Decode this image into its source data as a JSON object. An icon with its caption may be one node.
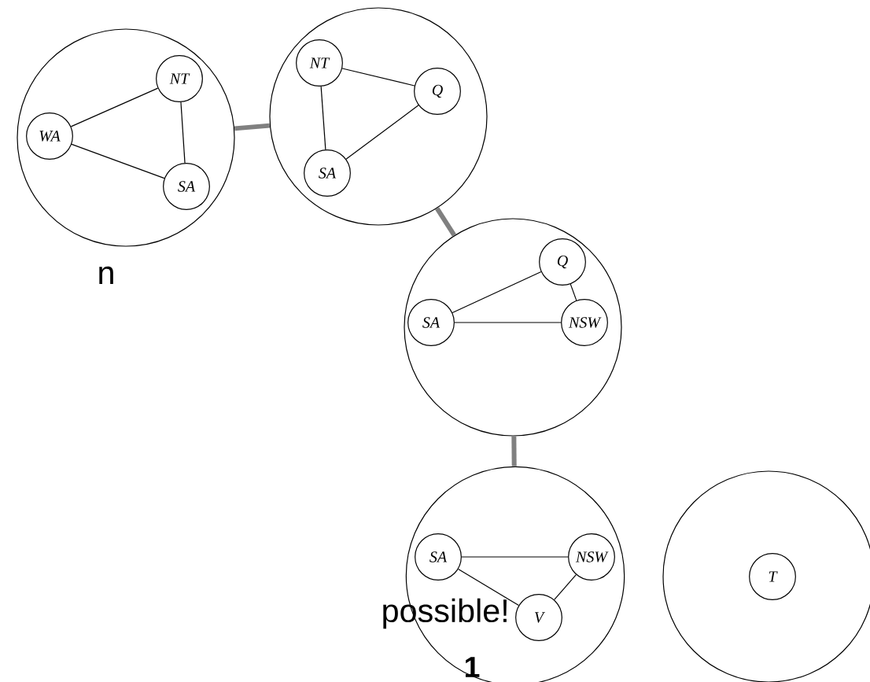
{
  "diagram": {
    "nodes": [
      {
        "text": [],
        "shape": "circle"
      },
      {
        "text": [
          "WA"
        ],
        "in": 0
      },
      {
        "text": [
          "NT"
        ],
        "in": 0
      },
      {
        "text": [
          "SA"
        ],
        "in": 0
      },
      {
        "text": [],
        "shape": "circle"
      },
      {
        "text": [
          "NT"
        ],
        "in": 4
      },
      {
        "text": [
          "Q"
        ],
        "in": 4
      },
      {
        "text": [
          "SA"
        ],
        "in": 4
      },
      {
        "text": [],
        "shape": "circle"
      },
      {
        "text": [
          "Q"
        ],
        "in": 8
      },
      {
        "text": [
          "SA"
        ],
        "in": 8
      },
      {
        "text": [
          "NSW"
        ],
        "in": 8
      },
      {
        "text": [],
        "shape": "circle"
      },
      {
        "text": [
          "SA"
        ],
        "in": 12
      },
      {
        "text": [
          "NSW"
        ],
        "in": 12
      },
      {
        "text": [
          "V"
        ],
        "in": 12
      },
      {
        "text": [],
        "shape": "circle"
      },
      {
        "text": [
          "T"
        ],
        "in": 16
      }
    ],
    "edges": [
      {
        "from": 1,
        "to": 2,
        "arrow": "none"
      },
      {
        "from": 1,
        "to": 3,
        "arrow": "none"
      },
      {
        "from": 2,
        "to": 3,
        "arrow": "none"
      },
      {
        "from": 5,
        "to": 6,
        "arrow": "none"
      },
      {
        "from": 5,
        "to": 7,
        "arrow": "none"
      },
      {
        "from": 7,
        "to": 6,
        "arrow": "none"
      },
      {
        "from": 9,
        "to": 10,
        "arrow": "none"
      },
      {
        "from": 9,
        "to": 11,
        "arrow": "none"
      },
      {
        "from": 10,
        "to": 11,
        "arrow": "none"
      },
      {
        "from": 13,
        "to": 14,
        "arrow": "none"
      },
      {
        "from": 13,
        "to": 15,
        "arrow": "none"
      },
      {
        "from": 14,
        "to": 15,
        "arrow": "none"
      },
      {
        "from": 0,
        "to": 4,
        "arrow": "none",
        "style": "thick",
        "color": "#808080"
      },
      {
        "from": 4,
        "to": 8,
        "arrow": "none",
        "style": "thick",
        "color": "#808080"
      },
      {
        "from": 8,
        "to": 12,
        "arrow": "none",
        "style": "thick",
        "color": "#808080"
      }
    ],
    "labels": [
      "n",
      "possible!",
      "1"
    ]
  }
}
